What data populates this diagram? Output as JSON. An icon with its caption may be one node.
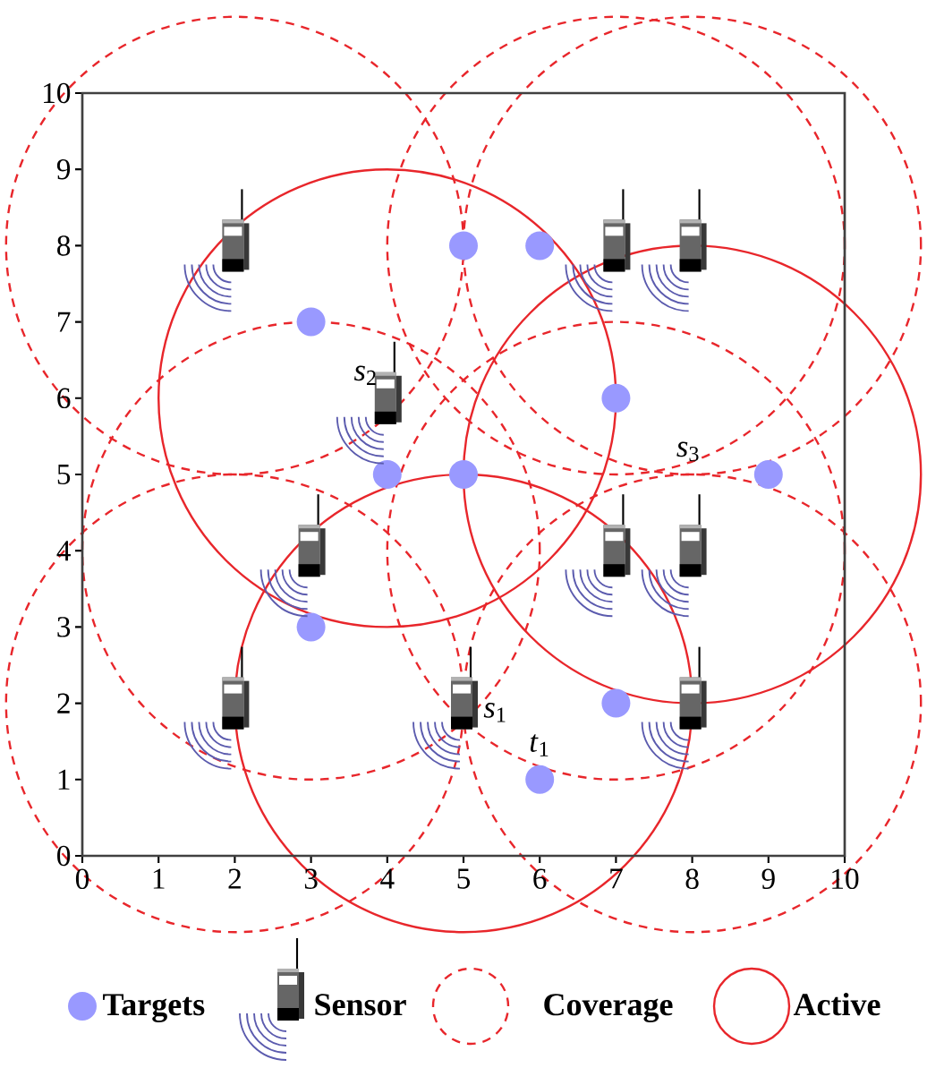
{
  "diagram": {
    "nodes": [
      {
        "text": [],
        "shape": "circle"
      },
      {
        "text": [],
        "shape": "circle"
      },
      {
        "text": [],
        "shape": "circle"
      },
      {
        "text": [],
        "shape": "circle"
      },
      {
        "text": [],
        "shape": "circle"
      },
      {
        "text": [],
        "shape": "circle"
      },
      {
        "text": [],
        "shape": "circle"
      },
      {
        "text": [],
        "shape": "circle"
      },
      {
        "text": [],
        "shape": "circle"
      },
      {
        "text": [],
        "shape": "circle"
      }
    ],
    "chart_data": {
      "type": "scatter",
      "xlim": [
        0,
        10
      ],
      "ylim": [
        0,
        10
      ],
      "xticks": [
        0,
        1,
        2,
        3,
        4,
        5,
        6,
        7,
        8,
        9,
        10
      ],
      "yticks": [
        0,
        1,
        2,
        3,
        4,
        5,
        6,
        7,
        8,
        9,
        10
      ],
      "series": [
        {
          "color": "#9999ff",
          "x": [
            5,
            6,
            3,
            7,
            4,
            5,
            9,
            3,
            7,
            6
          ],
          "values": [
            8,
            8,
            7,
            6,
            5,
            5,
            5,
            3,
            2,
            1
          ]
        },
        {
          "x": [
            2,
            7,
            8,
            4,
            3,
            7,
            8,
            2,
            5,
            8
          ],
          "values": [
            8,
            8,
            8,
            6,
            4,
            4,
            4,
            2,
            2,
            2
          ]
        }
      ],
      "annotations": [
        "*s*$_{2}$",
        "*s*$_{3}$",
        "*s*$_{1}$",
        "*t*$_{1}$"
      ]
    },
    "legend": [
      {
        "text": "Targets",
        "color": "#9999ff"
      },
      {
        "text": "Sensor"
      },
      {
        "text": "Coverage"
      },
      {
        "text": "Active"
      }
    ]
  }
}
